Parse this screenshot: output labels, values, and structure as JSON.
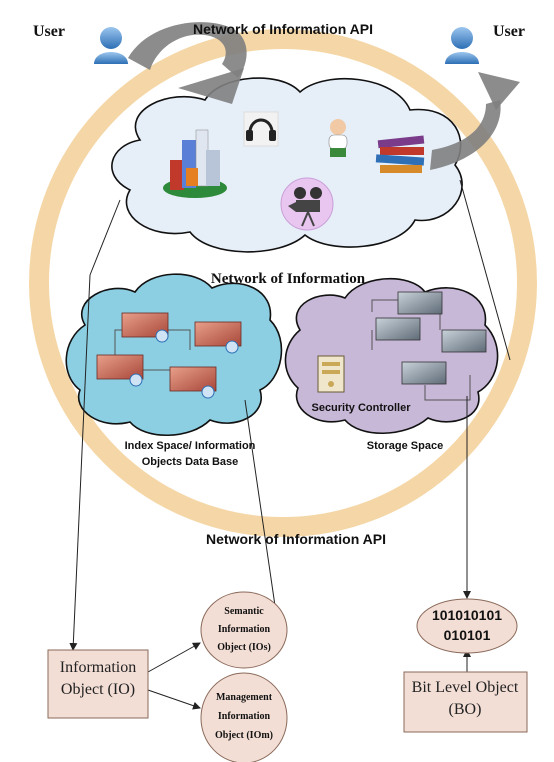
{
  "users": {
    "left_label": "User",
    "right_label": "User"
  },
  "ring": {
    "top_label": "Network of Information API",
    "bottom_label": "Network of Information API",
    "color": "#f5d7a7"
  },
  "network": {
    "label": "Network of Information"
  },
  "index_space": {
    "label_line1": "Index Space/ Information",
    "label_line2": "Objects Data Base",
    "cloud_color": "#8ccfe3"
  },
  "storage_space": {
    "label": "Storage Space",
    "security_label": "Security Controller",
    "cloud_color": "#c8b8d8"
  },
  "top_cloud": {
    "color": "#e6eef8",
    "icons": [
      "buildings-icon",
      "headphones-icon",
      "character-icon",
      "books-icon",
      "film-camera-icon"
    ]
  },
  "io_box": {
    "line1": "Information",
    "line2": "Object (IO)",
    "color": "#f3ded6"
  },
  "semantic": {
    "line1": "Semantic",
    "line2": "Information",
    "line3": "Object (IOs)"
  },
  "management": {
    "line1": "Management",
    "line2": "Information",
    "line3": "Object (IOm)"
  },
  "bits": {
    "line1": "101010101",
    "line2": "010101"
  },
  "bo_box": {
    "line1": "Bit Level Object",
    "line2": "(BO)"
  },
  "colors": {
    "ellipse": "#f3ded6",
    "arrow": "#8a8a8a"
  }
}
